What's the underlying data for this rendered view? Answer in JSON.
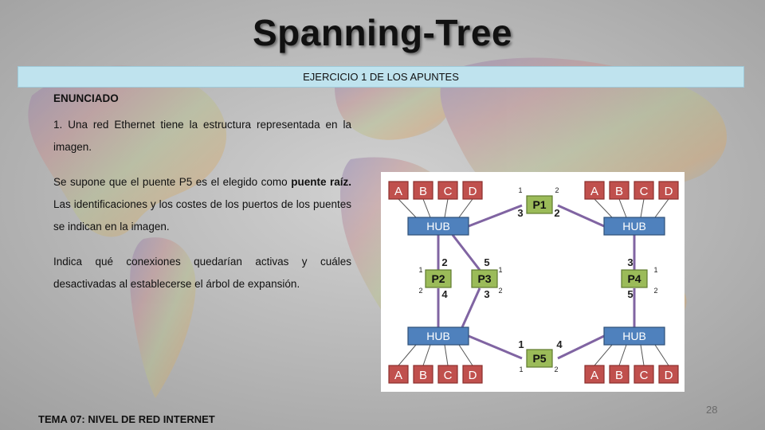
{
  "slide": {
    "title": "Spanning-Tree",
    "band": "EJERCICIO 1 DE LOS APUNTES",
    "heading": "ENUNCIADO",
    "p1": "1. Una red Ethernet tiene la estructura representada en la imagen.",
    "p2_a": "Se supone que el puente P5 es el elegido como ",
    "p2_b": "puente raíz.",
    "p2_c": " Las identificaciones y los costes de los puertos de los puentes se indican en la imagen.",
    "p3": "Indica qué conexiones quedarían activas y cuáles desactivadas al establecerse el árbol de expansión.",
    "footer": "TEMA 07: NIVEL DE RED INTERNET",
    "page": "28"
  },
  "diagram": {
    "hub_label": "HUB",
    "hosts": [
      "A",
      "B",
      "C",
      "D"
    ],
    "bridges": {
      "p1": {
        "label": "P1",
        "port1": "1",
        "port2": "2",
        "cost_left": "3",
        "cost_right": "2"
      },
      "p2": {
        "label": "P2",
        "port1": "1",
        "port2": "2",
        "cost_top": "2",
        "cost_bottom": "4"
      },
      "p3": {
        "label": "P3",
        "port1": "1",
        "port2": "2",
        "cost_top": "5",
        "cost_bottom": "3"
      },
      "p4": {
        "label": "P4",
        "port1": "1",
        "port2": "2",
        "cost_top": "3",
        "cost_bottom": "5"
      },
      "p5": {
        "label": "P5",
        "port1": "1",
        "port2": "2",
        "cost_left": "1",
        "cost_right": "4"
      }
    }
  },
  "colors": {
    "host_fill": "#c0504d",
    "hub_fill": "#4f81bd",
    "bridge_fill": "#9bbb59",
    "link": "#8064a2",
    "band": "#bfe3ee"
  }
}
